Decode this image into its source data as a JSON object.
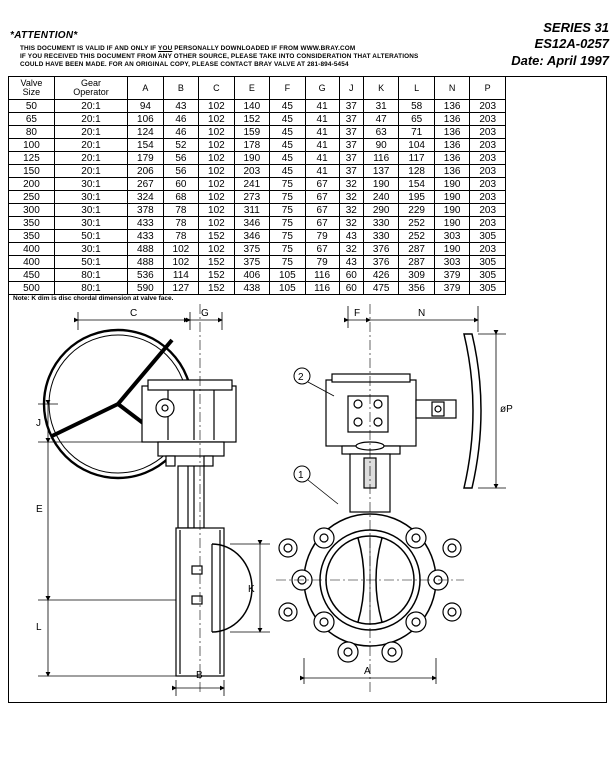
{
  "header": {
    "attention": "*ATTENTION*",
    "notice_line1_pre": "THIS DOCUMENT IS VALID IF AND ONLY IF ",
    "notice_line1_you": "YOU",
    "notice_line1_post": " PERSONALLY DOWNLOADED IF FROM WWW.BRAY.COM",
    "notice_line2": "IF YOU RECEIVED THIS DOCUMENT FROM ANY OTHER SOURCE, PLEASE TAKE INTO CONSIDERATION THAT ALTERATIONS",
    "notice_line3": "COULD HAVE BEEN MADE. FOR AN ORIGINAL COPY, PLEASE CONTACT BRAY VALVE AT 281-894-5454",
    "series": "SERIES 31",
    "doc_number": "ES12A-0257",
    "date": "Date: April 1997"
  },
  "table": {
    "columns": [
      "Valve Size",
      "Gear Operator",
      "A",
      "B",
      "C",
      "E",
      "F",
      "G",
      "J",
      "K",
      "L",
      "N",
      "P"
    ],
    "rows": [
      [
        "50",
        "20:1",
        "94",
        "43",
        "102",
        "140",
        "45",
        "41",
        "37",
        "31",
        "58",
        "136",
        "203"
      ],
      [
        "65",
        "20:1",
        "106",
        "46",
        "102",
        "152",
        "45",
        "41",
        "37",
        "47",
        "65",
        "136",
        "203"
      ],
      [
        "80",
        "20:1",
        "124",
        "46",
        "102",
        "159",
        "45",
        "41",
        "37",
        "63",
        "71",
        "136",
        "203"
      ],
      [
        "100",
        "20:1",
        "154",
        "52",
        "102",
        "178",
        "45",
        "41",
        "37",
        "90",
        "104",
        "136",
        "203"
      ],
      [
        "125",
        "20:1",
        "179",
        "56",
        "102",
        "190",
        "45",
        "41",
        "37",
        "116",
        "117",
        "136",
        "203"
      ],
      [
        "150",
        "20:1",
        "206",
        "56",
        "102",
        "203",
        "45",
        "41",
        "37",
        "137",
        "128",
        "136",
        "203"
      ],
      [
        "200",
        "30:1",
        "267",
        "60",
        "102",
        "241",
        "75",
        "67",
        "32",
        "190",
        "154",
        "190",
        "203"
      ],
      [
        "250",
        "30:1",
        "324",
        "68",
        "102",
        "273",
        "75",
        "67",
        "32",
        "240",
        "195",
        "190",
        "203"
      ],
      [
        "300",
        "30:1",
        "378",
        "78",
        "102",
        "311",
        "75",
        "67",
        "32",
        "290",
        "229",
        "190",
        "203"
      ],
      [
        "350",
        "30:1",
        "433",
        "78",
        "102",
        "346",
        "75",
        "67",
        "32",
        "330",
        "252",
        "190",
        "203"
      ],
      [
        "350",
        "50:1",
        "433",
        "78",
        "152",
        "346",
        "75",
        "79",
        "43",
        "330",
        "252",
        "303",
        "305"
      ],
      [
        "400",
        "30:1",
        "488",
        "102",
        "102",
        "375",
        "75",
        "67",
        "32",
        "376",
        "287",
        "190",
        "203"
      ],
      [
        "400",
        "50:1",
        "488",
        "102",
        "152",
        "375",
        "75",
        "79",
        "43",
        "376",
        "287",
        "303",
        "305"
      ],
      [
        "450",
        "80:1",
        "536",
        "114",
        "152",
        "406",
        "105",
        "116",
        "60",
        "426",
        "309",
        "379",
        "305"
      ],
      [
        "500",
        "80:1",
        "590",
        "127",
        "152",
        "438",
        "105",
        "116",
        "60",
        "475",
        "356",
        "379",
        "305"
      ]
    ]
  },
  "note": "Note: K dim is disc chordal dimension at valve face.",
  "drawing": {
    "labels": {
      "c": "C",
      "g": "G",
      "j": "J",
      "e": "E",
      "k": "K",
      "l": "L",
      "b": "B",
      "f": "F",
      "n": "N",
      "p": "øP",
      "a": "A",
      "callout1": "1",
      "callout2": "2"
    }
  }
}
